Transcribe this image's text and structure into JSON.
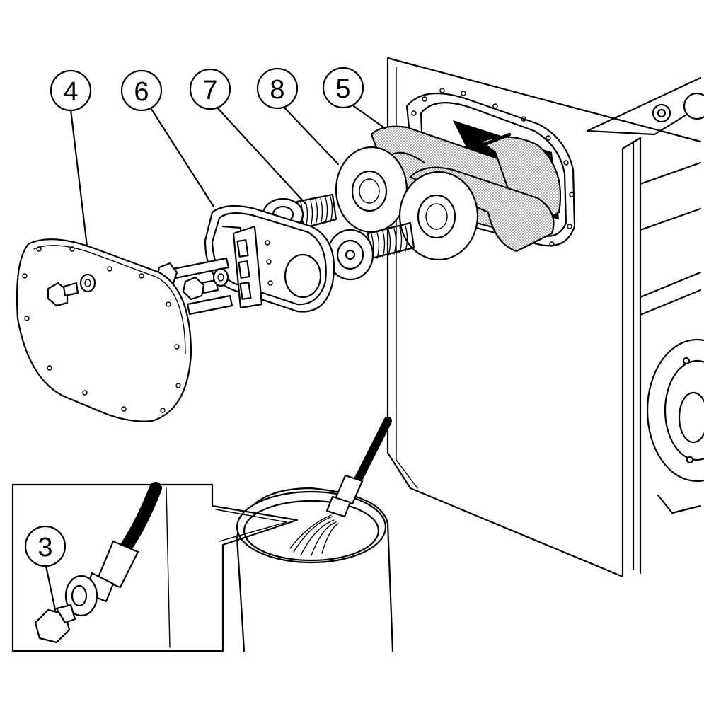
{
  "callouts": {
    "c4": "4",
    "c6": "6",
    "c7": "7",
    "c8": "8",
    "c5": "5",
    "c3": "3"
  },
  "colors": {
    "line": "#000000",
    "fill": "#ffffff",
    "filter_media": "#d8d8d8"
  }
}
